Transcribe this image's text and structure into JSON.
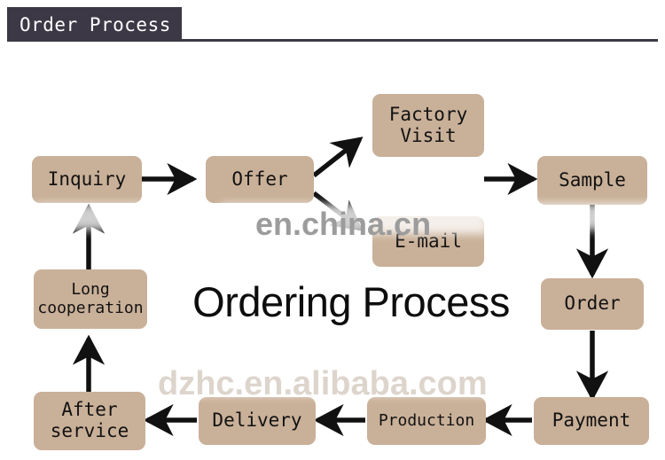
{
  "header": {
    "tab_label": "Order Process",
    "bar_color": "#3c3846"
  },
  "center_title": "Ordering Process",
  "theme": {
    "node_fill": "#c9b098",
    "node_text": "#121212",
    "arrow_color": "#111111",
    "page_background": "#ffffff"
  },
  "watermarks": [
    {
      "text": "en.china.cn",
      "color": "#9c9c9c"
    },
    {
      "text": "dzhc.en.alibaba.com",
      "color": "#ddd5cc"
    }
  ],
  "flow": {
    "nodes": [
      {
        "id": "inquiry",
        "label": "Inquiry"
      },
      {
        "id": "offer",
        "label": "Offer"
      },
      {
        "id": "factory-visit",
        "label": "Factory\nVisit"
      },
      {
        "id": "email",
        "label": "E-mail"
      },
      {
        "id": "sample",
        "label": "Sample"
      },
      {
        "id": "order",
        "label": "Order"
      },
      {
        "id": "payment",
        "label": "Payment"
      },
      {
        "id": "production",
        "label": "Production"
      },
      {
        "id": "delivery",
        "label": "Delivery"
      },
      {
        "id": "after-service",
        "label": "After\nservice"
      },
      {
        "id": "long-cooperation",
        "label": "Long\ncooperation"
      }
    ],
    "edges": [
      {
        "from": "inquiry",
        "to": "offer",
        "direction": "right"
      },
      {
        "from": "offer",
        "to": "factory-visit",
        "direction": "up-right"
      },
      {
        "from": "offer",
        "to": "email",
        "direction": "down-right"
      },
      {
        "from": "factory-visit",
        "to": "sample",
        "direction": "right"
      },
      {
        "from": "sample",
        "to": "order",
        "direction": "down"
      },
      {
        "from": "order",
        "to": "payment",
        "direction": "down"
      },
      {
        "from": "payment",
        "to": "production",
        "direction": "left"
      },
      {
        "from": "production",
        "to": "delivery",
        "direction": "left"
      },
      {
        "from": "delivery",
        "to": "after-service",
        "direction": "left"
      },
      {
        "from": "after-service",
        "to": "long-cooperation",
        "direction": "up"
      },
      {
        "from": "long-cooperation",
        "to": "inquiry",
        "direction": "up"
      }
    ]
  }
}
